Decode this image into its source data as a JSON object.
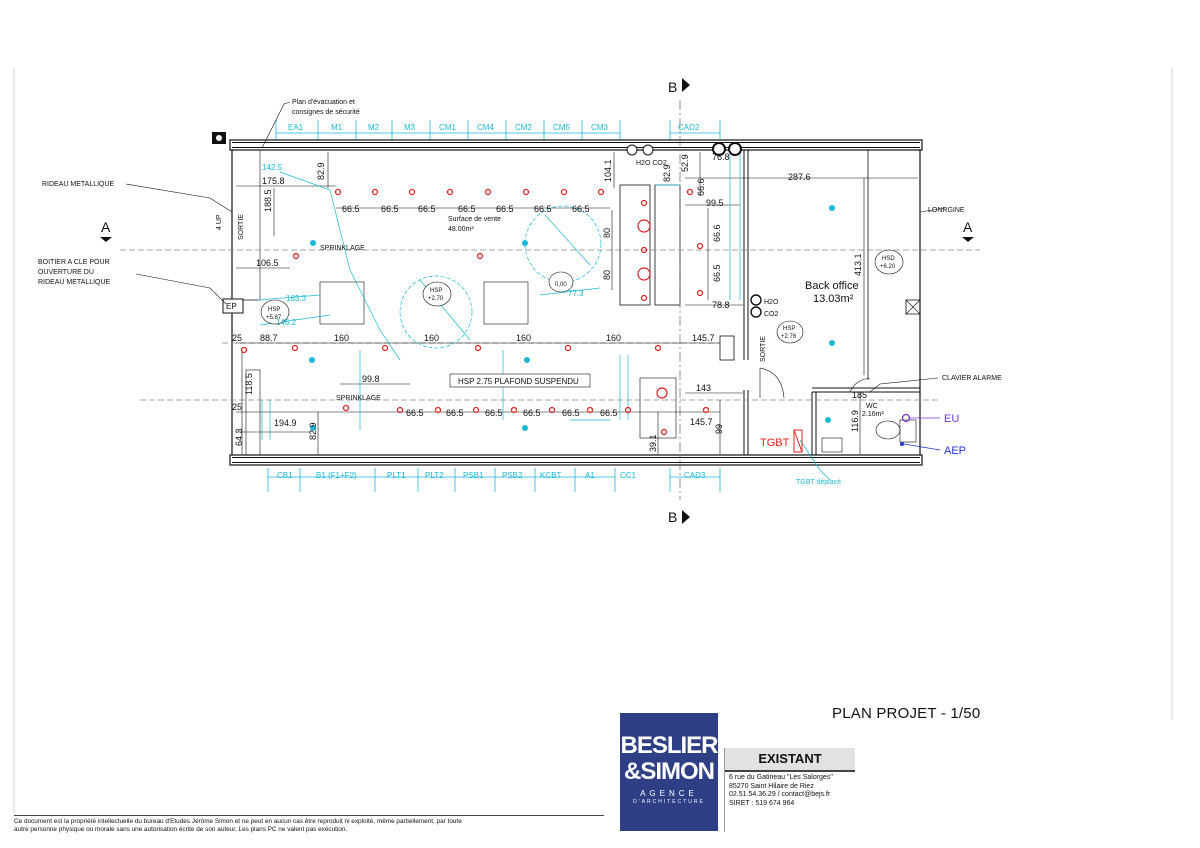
{
  "labels": {
    "plan_evac_1": "Plan d'évacuation et",
    "plan_evac_2": "consignes de sécurité",
    "rideau": "RIDEAU METALLIQUE",
    "boitier_1": "BOITIER A CLE POUR",
    "boitier_2": "OUVERTURE DU",
    "boitier_3": "RIDEAU METALLIQUE",
    "lonrgine": "LONRGINE",
    "clavier": "CLAVIER ALARME",
    "eu": "EU",
    "aep": "AEP",
    "tgbt": "TGBT",
    "tgbt_deplace": "TGBT déplacé",
    "section_b": "B",
    "section_a": "A",
    "sortie": "SORTIE",
    "up": "4 UP",
    "sprinklage": "SPRINKLAGE",
    "surface_vente_1": "Surface de vente",
    "surface_vente_2": "48.00m²",
    "back_office_1": "Back office",
    "back_office_2": "13.03m²",
    "wc_1": "WC",
    "wc_2": "2.16m²",
    "hsp_plafond": "HSP 2.75 PLAFOND SUSPENDU",
    "h2o_co2": "H2O CO2",
    "h2o": "H2O",
    "co2": "CO2",
    "ep": "EP",
    "hsp": "HSP",
    "hsp_587": "+5.87",
    "hsp_270": "+2.70",
    "hsp_276": "+2.76",
    "hsd": "HSD",
    "hsd_620": "+6.20",
    "level_000": "0,00"
  },
  "dims": {
    "d1758": "175.8",
    "d1885": "188.5",
    "d829a": "82.9",
    "d665": "66.5",
    "d1041": "104.1",
    "d829b": "82.9",
    "d529": "52.9",
    "d768": "76.8",
    "d2876": "287.6",
    "d995": "99.5",
    "d666a": "66.6",
    "d666b": "66.6",
    "d1065": "106.5",
    "d80": "80",
    "d4131": "413.1",
    "d788": "78.8",
    "d257": "25",
    "d887": "88.7",
    "d160": "160",
    "d1457": "145.7",
    "d1185": "118.5",
    "d998": "99.8",
    "d143": "143",
    "d185": "185",
    "d1949": "194.9",
    "d643": "64.3",
    "d391": "39.1",
    "d99": "99",
    "d1169": "116.9",
    "d1833": "183.3",
    "d1462": "146.2",
    "d773": "77.3",
    "d1425": "142.5"
  },
  "shelves_top": [
    "EA1",
    "M1",
    "M2",
    "M3",
    "CM1",
    "CM4",
    "CM2",
    "CM5",
    "CM3",
    "CAD2"
  ],
  "shelves_bottom": [
    "CB1",
    "B1 (F1+F2)",
    "PLT1",
    "PLT2",
    "PSB1",
    "PSB2",
    "KCBT",
    "A1",
    "CC1",
    "CAD3"
  ],
  "title_block": {
    "plan_title": "PLAN PROJET - 1/50",
    "logo_line1": "BESLIER",
    "logo_line2": "&SIMON",
    "logo_line3": "AGENCE",
    "logo_line4": "D'ARCHITECTURE",
    "state": "EXISTANT",
    "addr1": "6 rue du Gatineau \"Les Salorges\"",
    "addr2": "85270 Saint Hilaire de Riez",
    "addr3": "02.51.54.36.29 / contact@bejs.fr",
    "addr4": "SIRET : 519 674 964"
  },
  "footer": {
    "line1": "Ce document est la propriété intellectuelle du bureau d'Etudes Jérôme Simon et ne peut en aucun cas être reproduit ni exploité, même partiellement, par toute",
    "line2": "autre personne physique ou morale sans une autorisation écrite de son auteur.  Les plans PC ne valent pas exécution."
  },
  "colors": {
    "cyan": "#1bb8d6",
    "red": "#e0201f",
    "navy": "#2e3f86",
    "purple": "#7a35d8",
    "blue": "#2336d1"
  }
}
